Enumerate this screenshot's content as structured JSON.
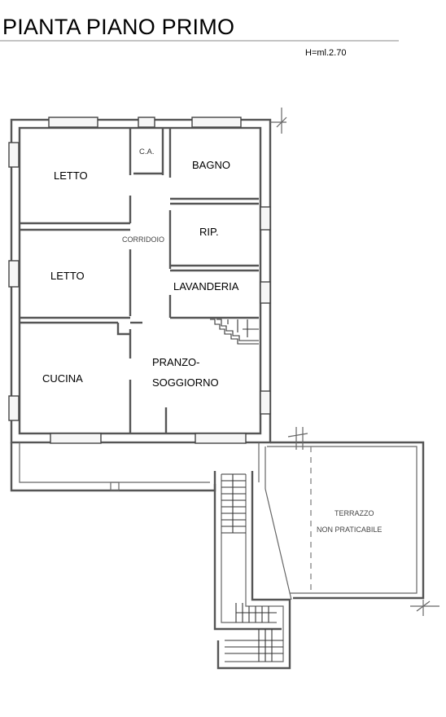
{
  "header": {
    "title": "PIANTA PIANO PRIMO",
    "height_note": "H=ml.2.70"
  },
  "rooms": {
    "letto_1": "LETTO",
    "ca": "C.A.",
    "bagno": "BAGNO",
    "corridoio": "CORRIDOIO",
    "rip": "RIP.",
    "letto_2": "LETTO",
    "lavanderia": "LAVANDERIA",
    "cucina": "CUCINA",
    "pranzo_1": "PRANZO-",
    "pranzo_2": "SOGGIORNO",
    "terrazzo_1": "TERRAZZO",
    "terrazzo_2": "NON PRATICABILE"
  }
}
